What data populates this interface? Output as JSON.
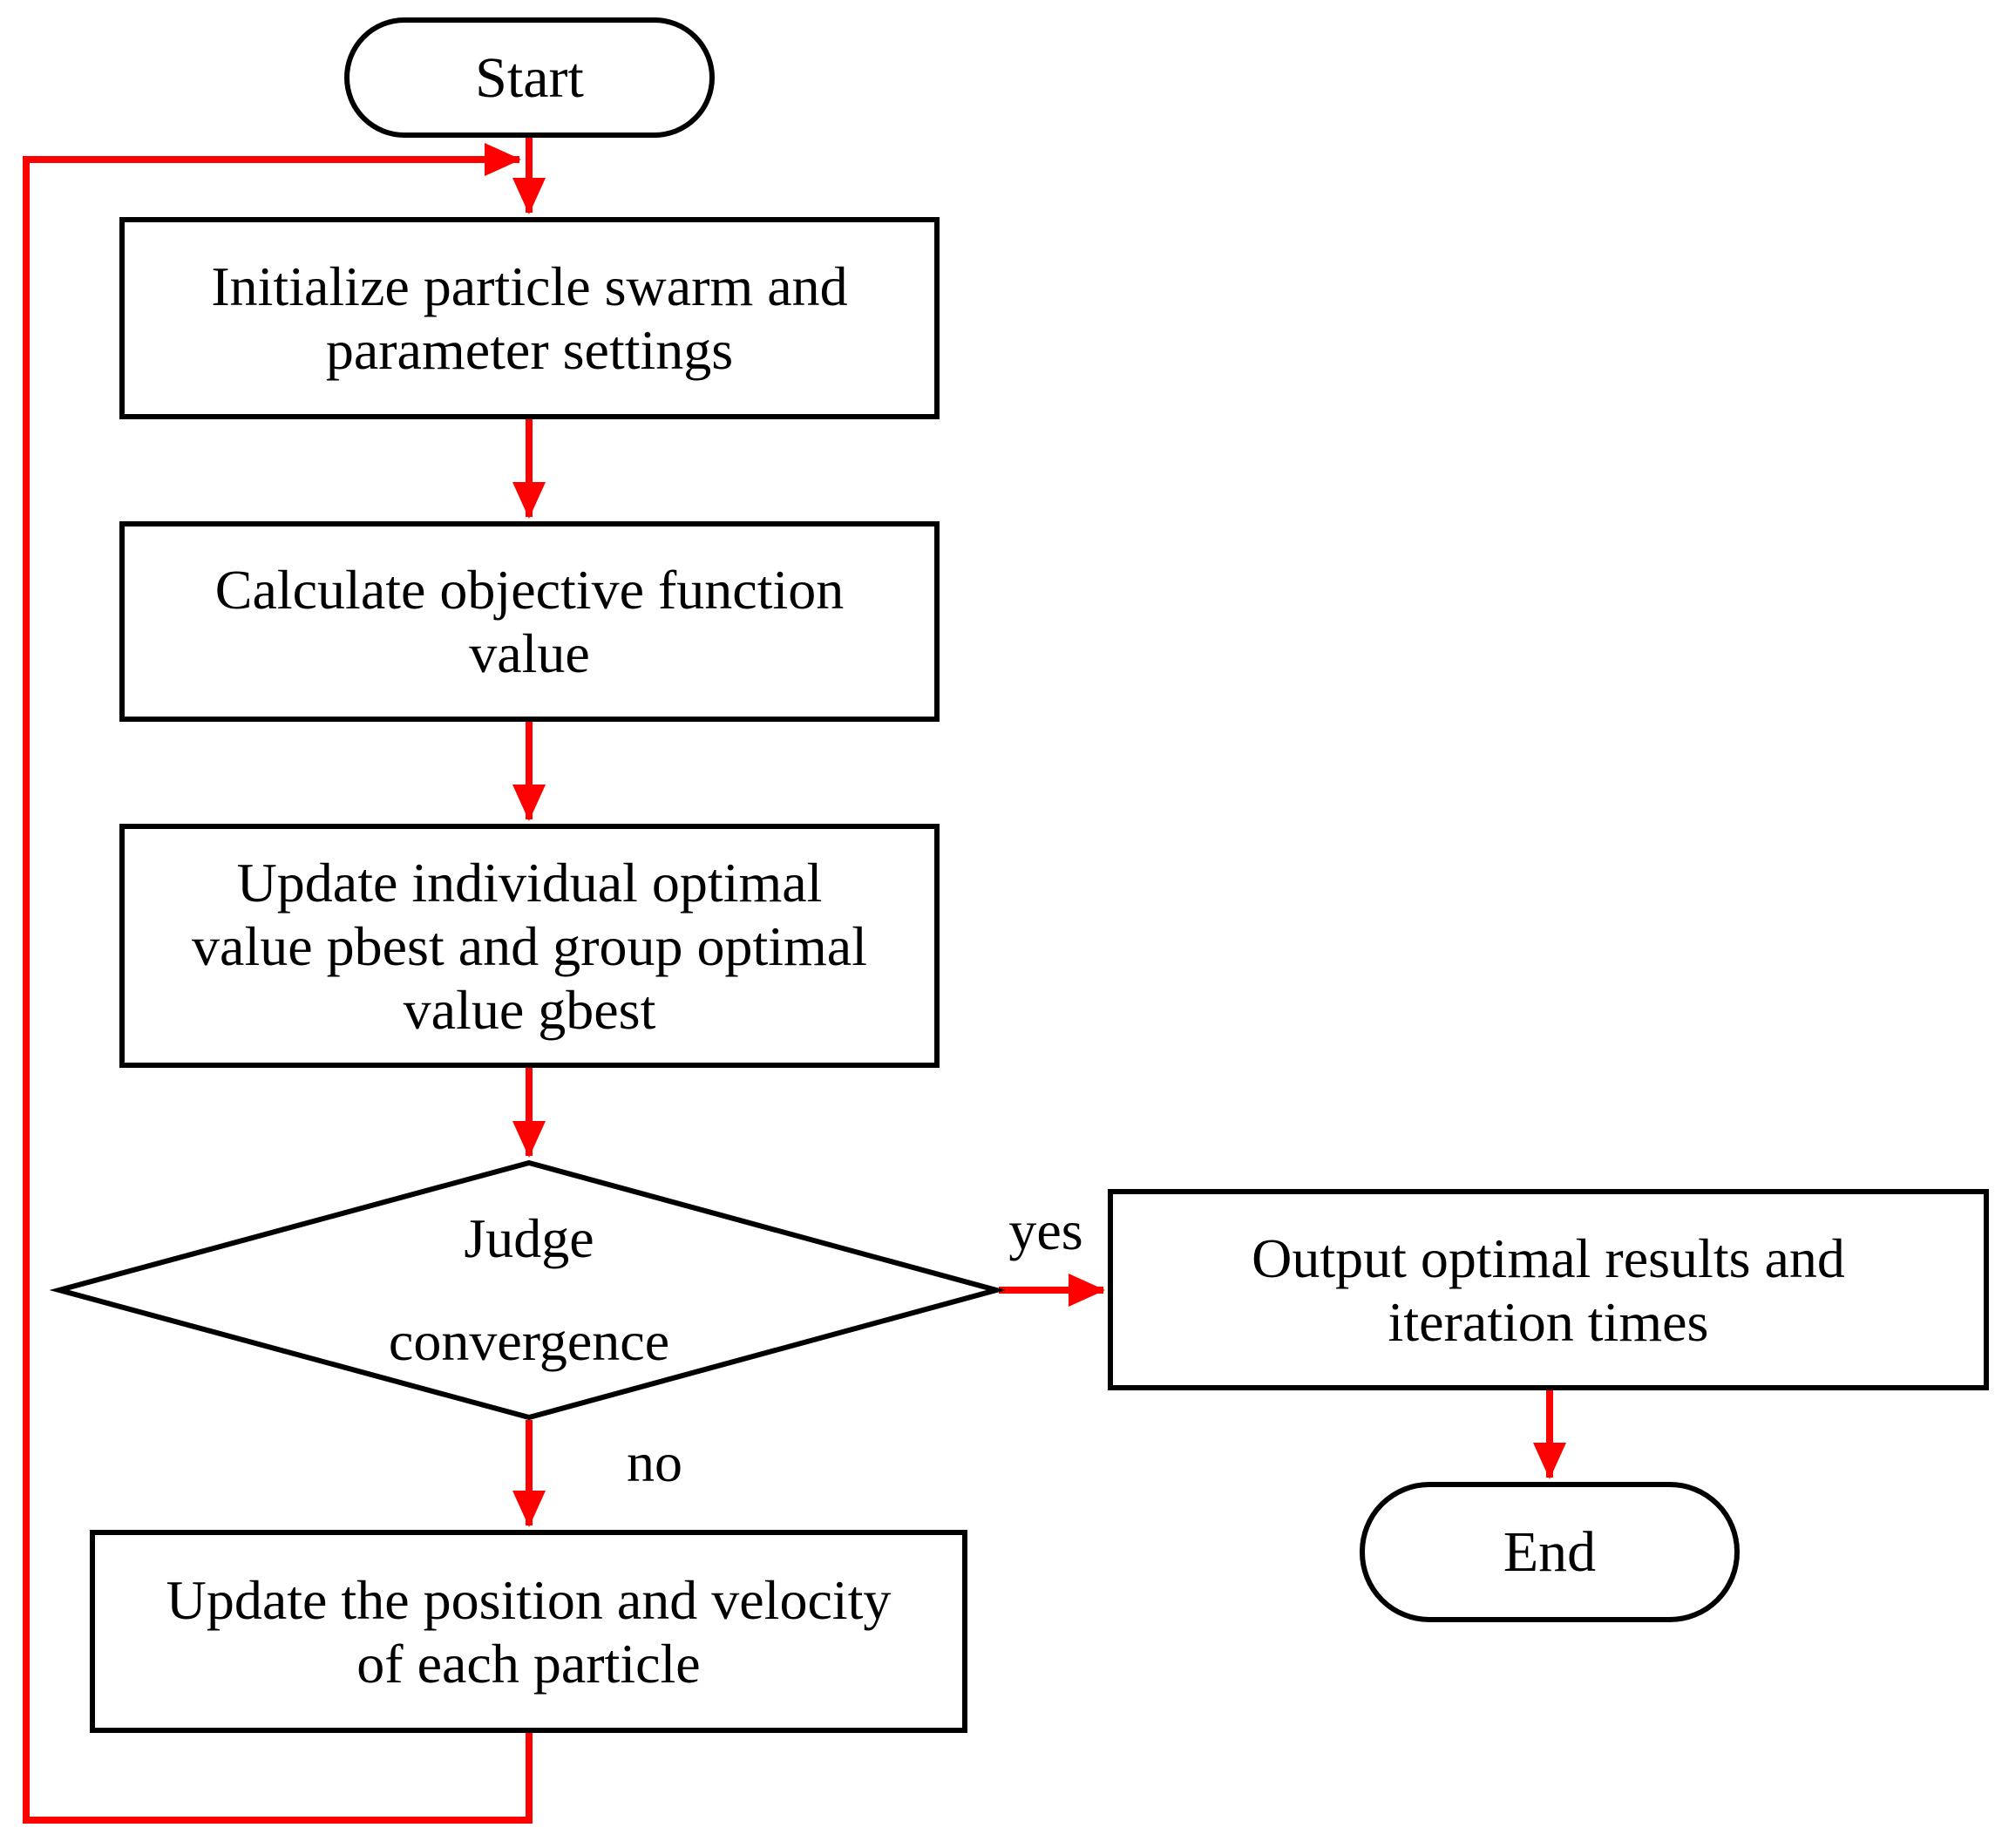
{
  "diagram_type": "flowchart",
  "subject": "Particle swarm optimization algorithm flow",
  "colors": {
    "background": "#ffffff",
    "shape_fill": "#ffffff",
    "shape_border": "#000000",
    "connector": "#fe0000",
    "text": "#000000"
  },
  "nodes": {
    "start": {
      "type": "terminator",
      "label": "Start"
    },
    "initialize": {
      "type": "process",
      "label": "Initialize particle swarm and\nparameter settings"
    },
    "calculate": {
      "type": "process",
      "label": "Calculate objective function\nvalue"
    },
    "update_best": {
      "type": "process",
      "label": "Update individual optimal\nvalue pbest and group optimal\nvalue gbest"
    },
    "judge": {
      "type": "decision",
      "label": "Judge\nconvergence"
    },
    "output": {
      "type": "process",
      "label": "Output optimal results and\niteration times"
    },
    "end": {
      "type": "terminator",
      "label": "End"
    },
    "update_particles": {
      "type": "process",
      "label": "Update the position and velocity\nof each particle"
    }
  },
  "edges": [
    {
      "from": "start",
      "to": "initialize",
      "label": ""
    },
    {
      "from": "initialize",
      "to": "calculate",
      "label": ""
    },
    {
      "from": "calculate",
      "to": "update_best",
      "label": ""
    },
    {
      "from": "update_best",
      "to": "judge",
      "label": ""
    },
    {
      "from": "judge",
      "to": "output",
      "label": "yes"
    },
    {
      "from": "judge",
      "to": "update_particles",
      "label": "no"
    },
    {
      "from": "output",
      "to": "end",
      "label": ""
    },
    {
      "from": "update_particles",
      "to": "initialize",
      "label": ""
    }
  ]
}
